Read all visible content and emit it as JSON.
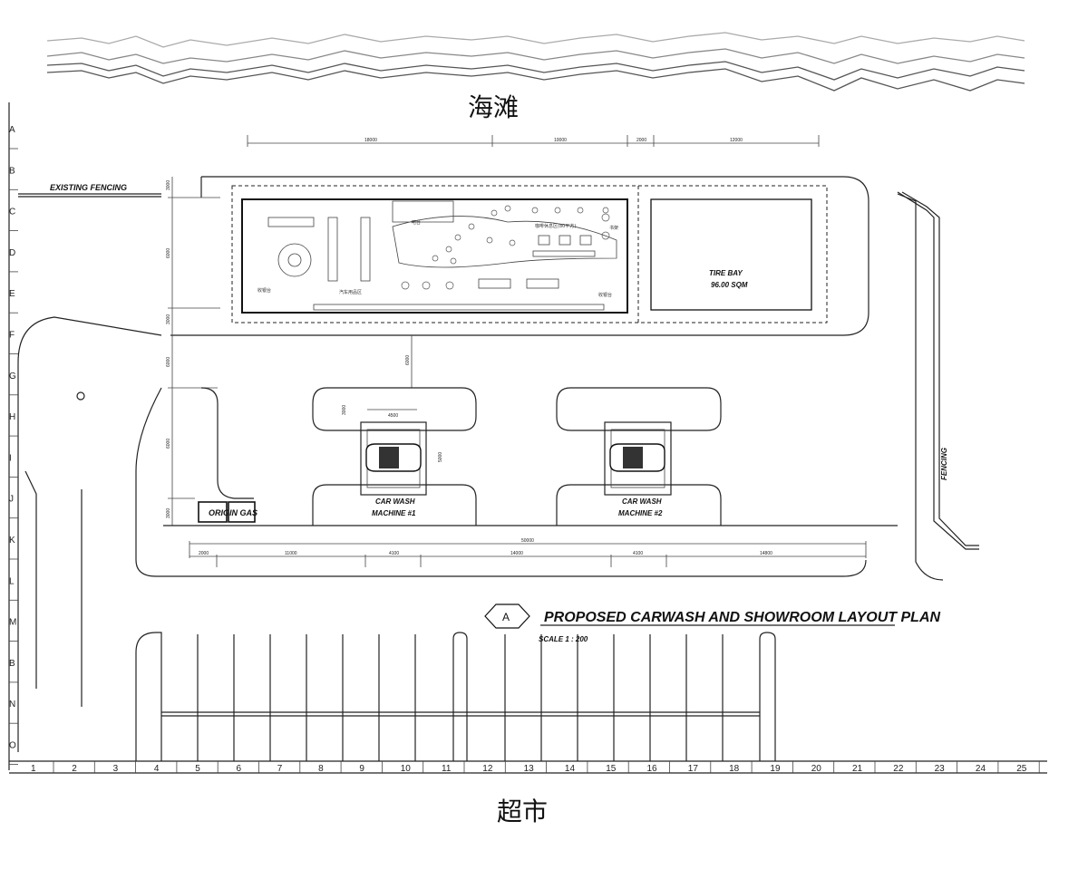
{
  "labels": {
    "beach": "海滩",
    "supermarket": "超市",
    "existing_fencing": "EXISTING FENCING",
    "fencing": "FENCING",
    "tire_bay": "TIRE BAY",
    "tire_bay_area": "96.00 SQM",
    "car_wash_1": [
      "CAR WASH",
      "MACHINE #1"
    ],
    "car_wash_2": [
      "CAR WASH",
      "MACHINE #2"
    ],
    "origin_gas": "ORIGIN GAS",
    "title": "PROPOSED CARWASH AND SHOWROOM LAYOUT PLAN",
    "scale": "SCALE 1 : 200",
    "section_mark": "A"
  },
  "showroom": {
    "bar": "吧台",
    "cafe": "咖啡休息区(80平方)",
    "products": "汽车用品区",
    "cashier_left": "收银台",
    "cashier_right": "收银台",
    "shelf": "书架"
  },
  "dimensions": {
    "top": [
      "18000",
      "10000",
      "2000",
      "12000"
    ],
    "overall_bottom": "50000",
    "bottom": [
      "2000",
      "11000",
      "4100",
      "14000",
      "4100",
      "14800"
    ],
    "left": [
      "3000",
      "6000",
      "3000",
      "6000",
      "6000",
      "3000"
    ],
    "drive": "6000",
    "wash_bay": [
      "4500",
      "3000",
      "5000"
    ]
  },
  "grid": {
    "rows": [
      "A",
      "B",
      "C",
      "D",
      "E",
      "F",
      "G",
      "H",
      "I",
      "J",
      "K",
      "L",
      "M",
      "B",
      "N",
      "O"
    ],
    "cols": [
      "1",
      "2",
      "3",
      "4",
      "5",
      "6",
      "7",
      "8",
      "9",
      "10",
      "11",
      "12",
      "13",
      "14",
      "15",
      "16",
      "17",
      "18",
      "19",
      "20",
      "21",
      "22",
      "23",
      "24",
      "25"
    ]
  }
}
